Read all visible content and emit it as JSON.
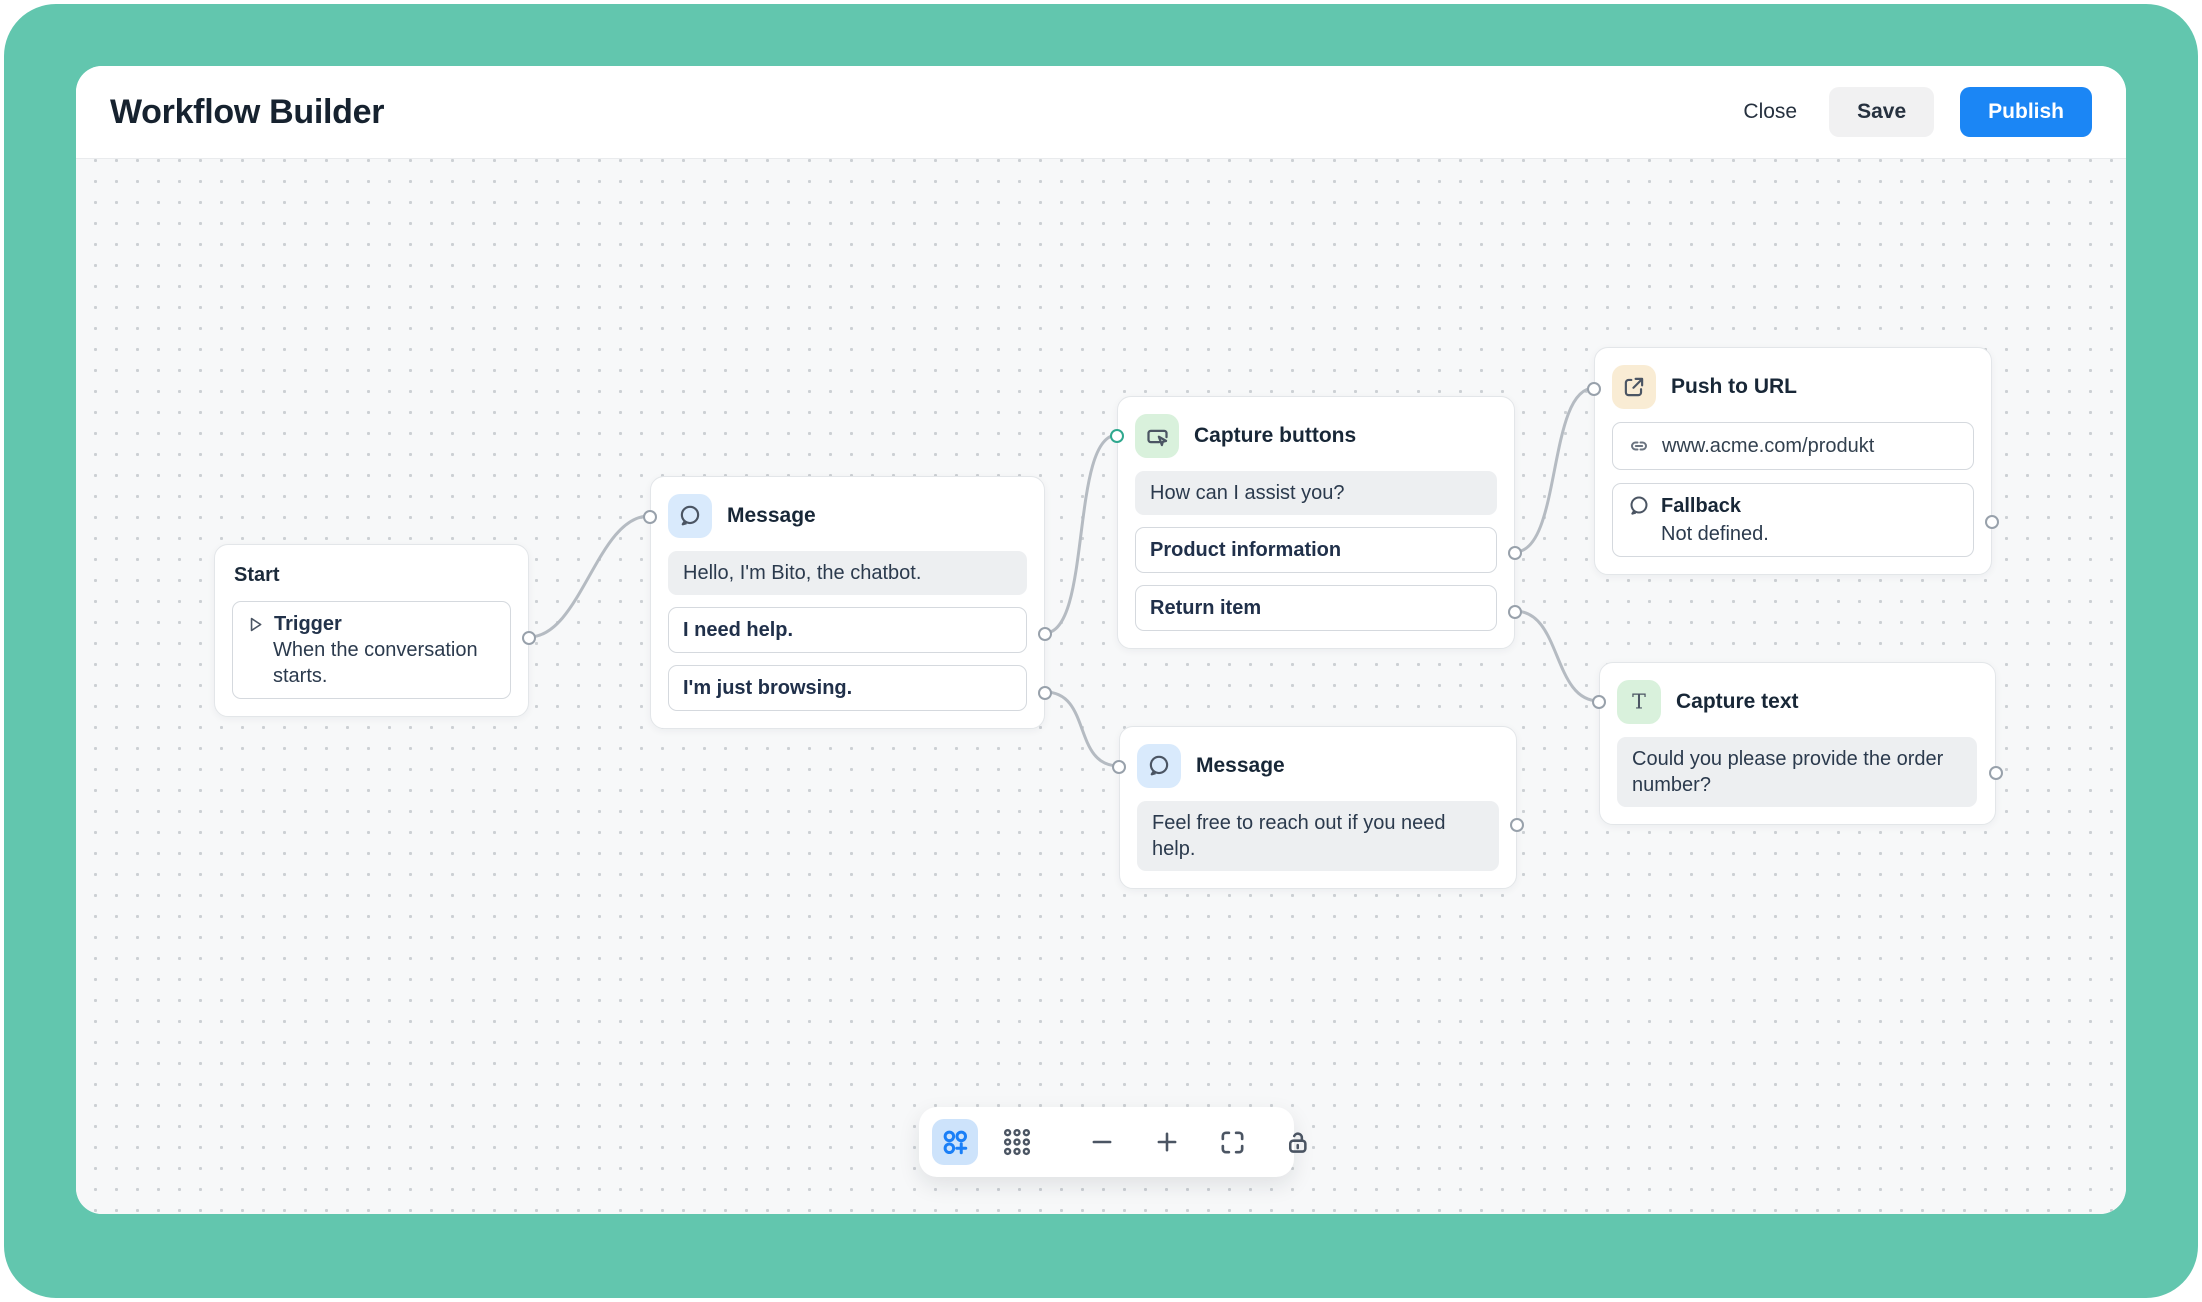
{
  "header": {
    "title": "Workflow Builder",
    "close_label": "Close",
    "save_label": "Save",
    "publish_label": "Publish"
  },
  "nodes": {
    "start": {
      "title": "Start",
      "trigger_title": "Trigger",
      "trigger_desc": "When the conversation starts."
    },
    "message1": {
      "title": "Message",
      "body": "Hello, I'm Bito, the chatbot.",
      "buttons": [
        "I need help.",
        "I'm just browsing."
      ]
    },
    "capture_buttons": {
      "title": "Capture buttons",
      "body": "How can I assist you?",
      "buttons": [
        "Product information",
        "Return item"
      ]
    },
    "push_to_url": {
      "title": "Push to URL",
      "url": "www.acme.com/produkt",
      "fallback_title": "Fallback",
      "fallback_desc": "Not defined."
    },
    "message2": {
      "title": "Message",
      "body": "Feel free to reach out if you need help."
    },
    "capture_text": {
      "title": "Capture text",
      "body": "Could you please provide the order number?"
    }
  },
  "connections": [
    {
      "from": "start.trigger",
      "to": "message1"
    },
    {
      "from": "message1.I need help.",
      "to": "capture_buttons"
    },
    {
      "from": "message1.I'm just browsing.",
      "to": "message2"
    },
    {
      "from": "capture_buttons.Product information",
      "to": "push_to_url"
    },
    {
      "from": "capture_buttons.Return item",
      "to": "capture_text"
    }
  ],
  "toolbar": {
    "icons": [
      "add-node",
      "grid-view",
      "zoom-out",
      "zoom-in",
      "fit-view",
      "unlock"
    ]
  },
  "colors": {
    "frame_teal": "#62c6ae",
    "accent_blue": "#1b86f5",
    "port_active": "#2fa88e",
    "icon_blue_bg": "#d9eafc",
    "icon_green_bg": "#d9f1dc",
    "icon_cream_bg": "#f9ecd4",
    "connector": "#b5bbc2"
  }
}
